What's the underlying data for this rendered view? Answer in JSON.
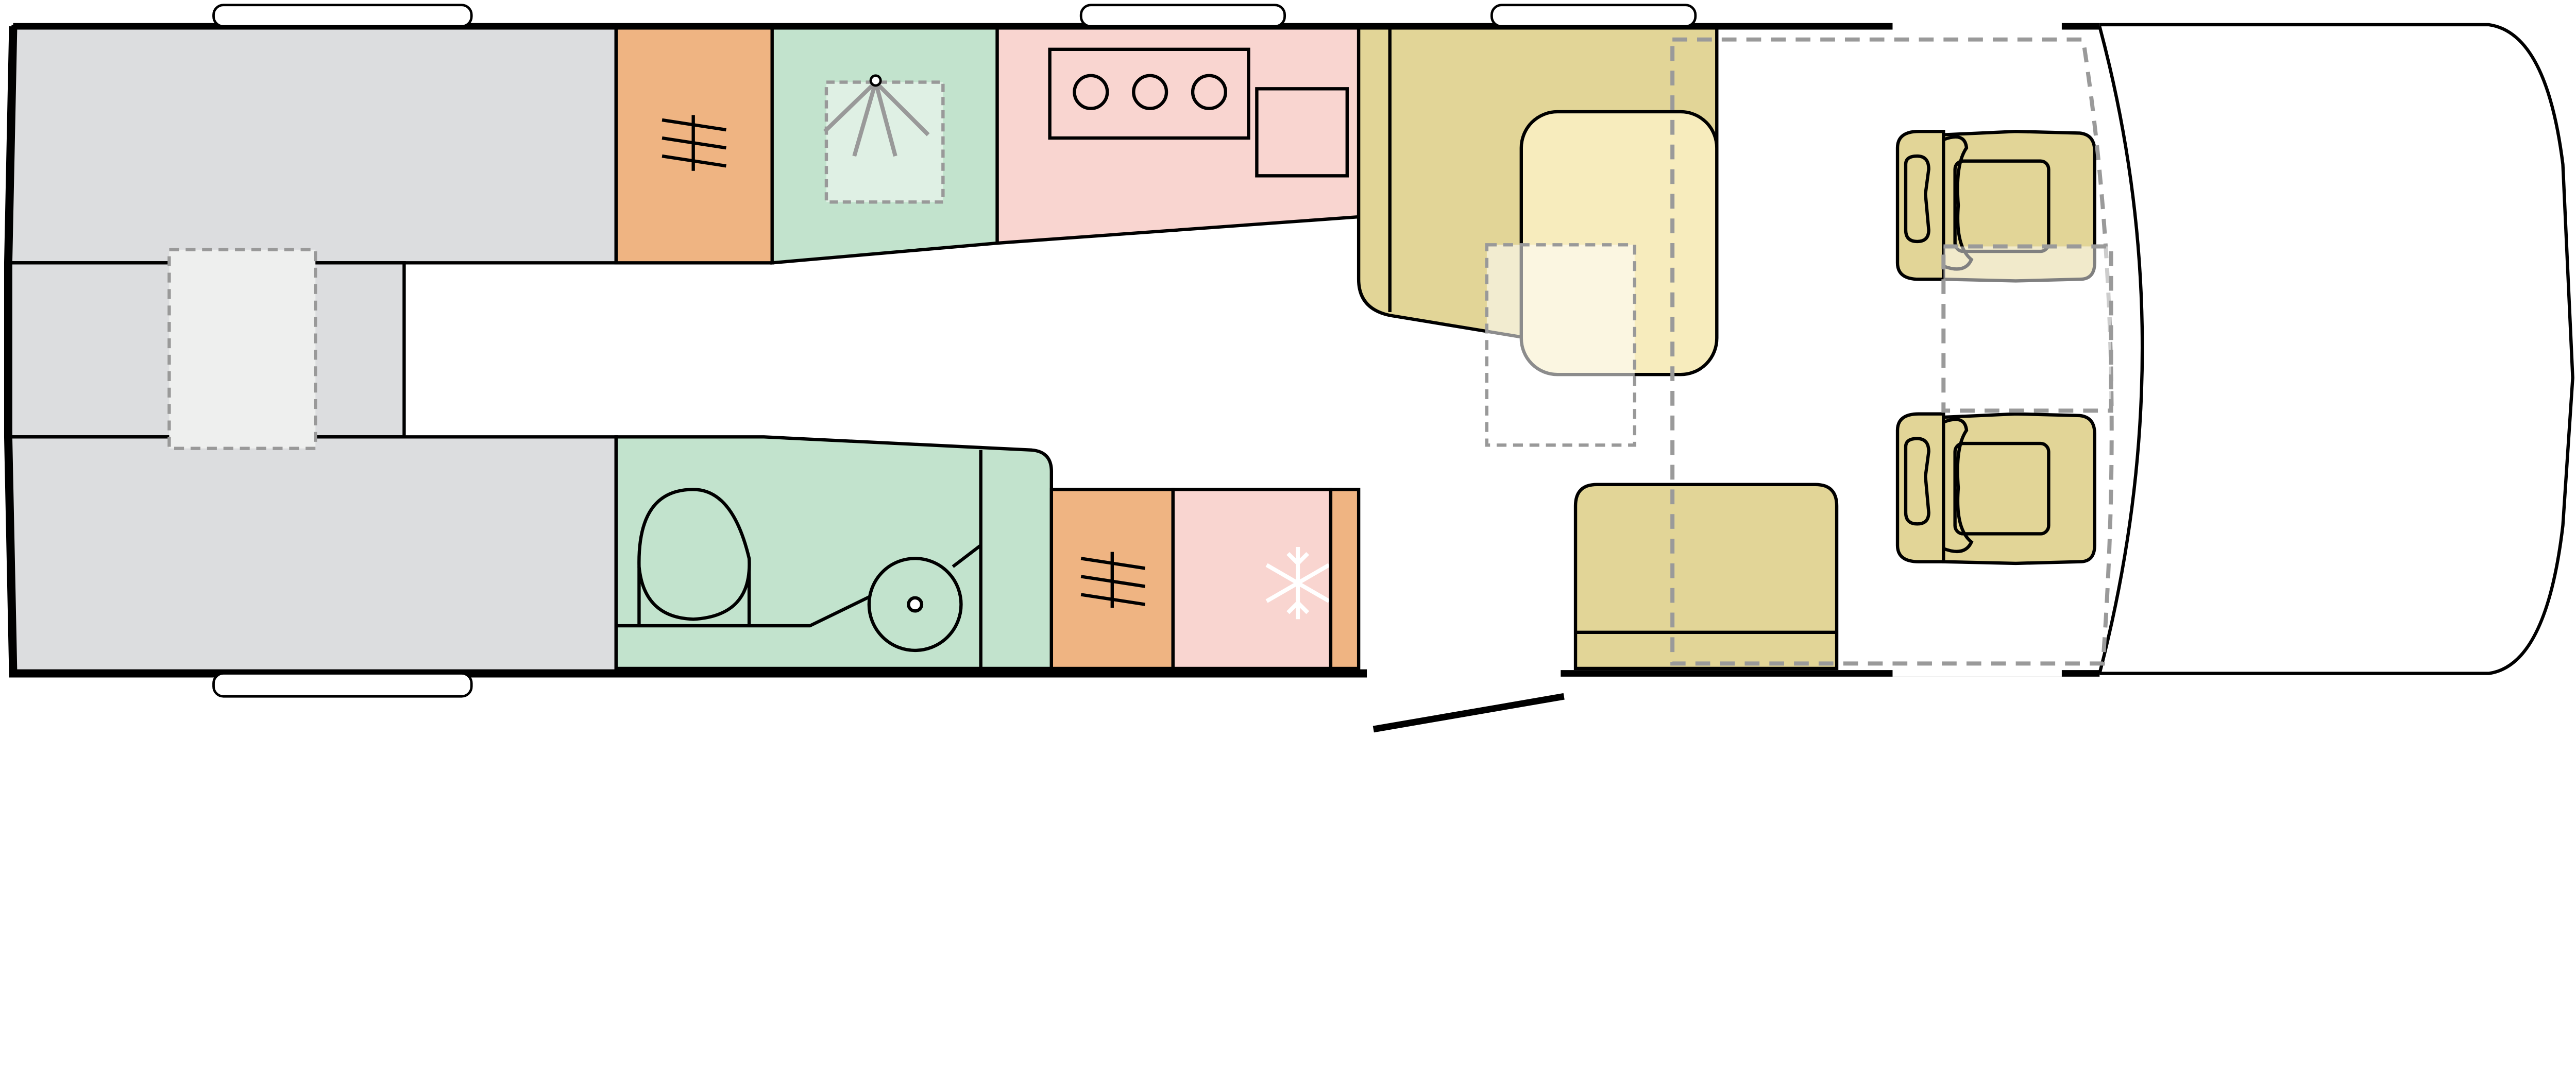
{
  "plan": {
    "type": "motorhome-floor-plan",
    "colors": {
      "bed": "#dcdddf",
      "bed_hatch": "#eeefee",
      "wardrobe": "#efb482",
      "bathroom": "#c2e3cd",
      "shower_tray": "#dff0e4",
      "kitchen": "#f9d5d0",
      "seating": "#e2d597",
      "table": "#f7ecbd",
      "wall": "#000000",
      "dashed": "#9a9a9a"
    },
    "zones": [
      "rear-bed",
      "wardrobe",
      "shower",
      "kitchen",
      "dinette",
      "table",
      "bathroom",
      "fridge",
      "side-bench",
      "cab",
      "drop-down-bed"
    ]
  }
}
